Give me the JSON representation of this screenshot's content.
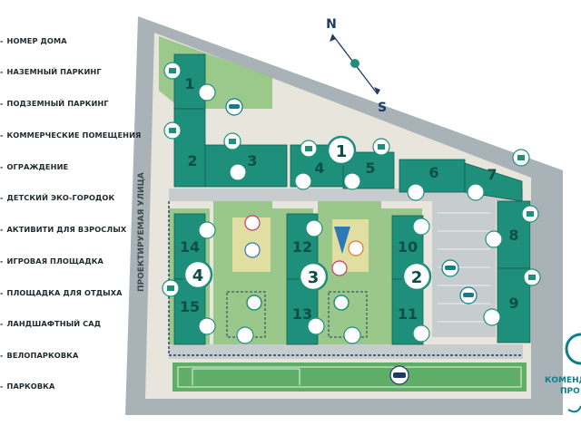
{
  "legend": [
    "НОМЕР ДОМА",
    "НАЗЕМНЫЙ ПАРКИНГ",
    "ПОДЗЕМНЫЙ ПАРКИНГ",
    "КОММЕРЧЕСКИЕ ПОМЕЩЕНИЯ",
    "ОГРАЖДЕНИЕ",
    "ДЕТСКИЙ ЭКО-ГОРОДОК",
    "АКТИВИТИ ДЛЯ ВЗРОСЛЫХ",
    "ИГРОВАЯ ПЛОЩАДКА",
    "ПЛОЩАДКА ДЛЯ ОТДЫХА",
    "ЛАНДШАФТНЫЙ САД",
    "ВЕЛОПАРКОВКА",
    "ПАРКОВКА"
  ],
  "street": "ПРОЕКТИРУЕМАЯ УЛИЦА",
  "compass": {
    "north": "N",
    "south": "S"
  },
  "houses": [
    "1",
    "2",
    "3",
    "4",
    "5",
    "6",
    "7",
    "8",
    "9",
    "10",
    "11",
    "12",
    "13",
    "14",
    "15"
  ],
  "blocks": [
    "1",
    "2",
    "3",
    "4"
  ],
  "corner": {
    "line1": "КОМЕНД",
    "line2": "ПРО"
  },
  "colors": {
    "building": "#1e8f7a",
    "building_dark": "#156e5e",
    "road": "#a9b2b7",
    "lawn": "#62b26a",
    "accent": "#0b7f8e"
  }
}
